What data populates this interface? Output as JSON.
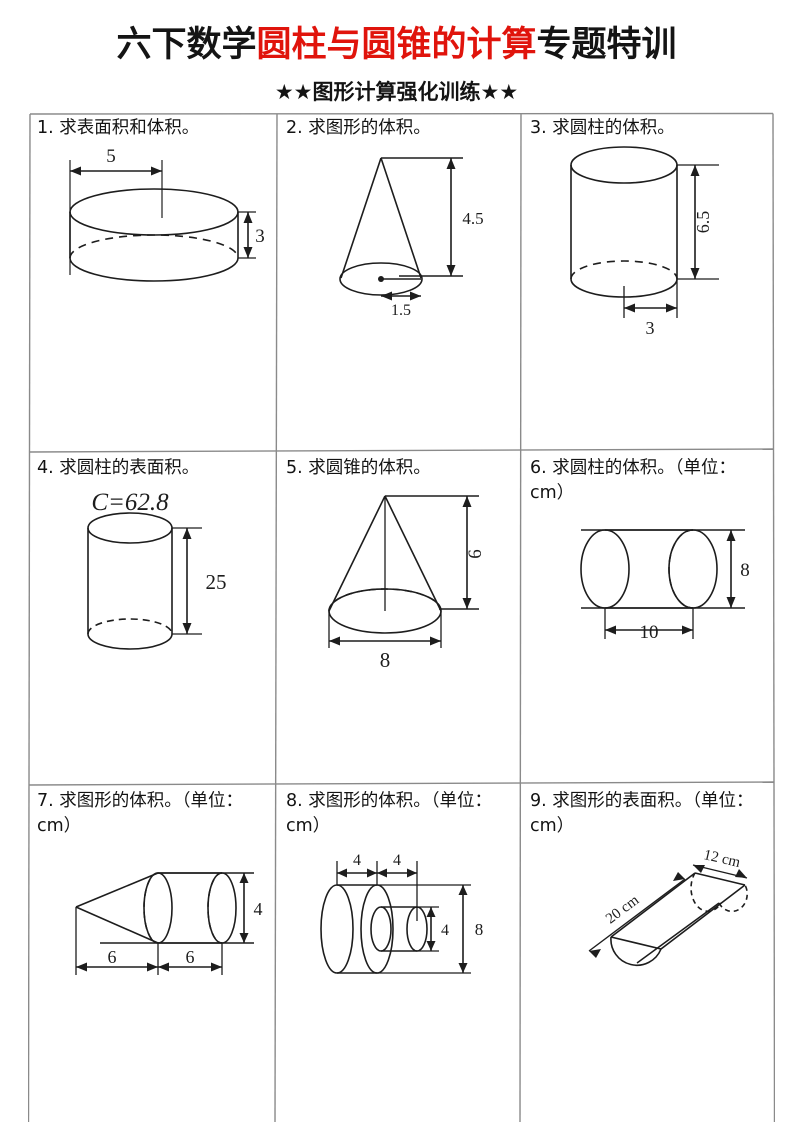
{
  "header": {
    "title_part1": "六下数学",
    "title_highlight": "圆柱与圆锥的计算",
    "title_part2": "专题特训",
    "highlight_color": "#e0140c",
    "subtitle": "★★图形计算强化训练★★"
  },
  "worksheet": {
    "columns": 3,
    "rows": 3,
    "problems": [
      {
        "number": "1.",
        "prompt": "1. 求表面积和体积。",
        "figure": "flat-cylinder",
        "labels": {
          "radius": "5",
          "height": "3"
        }
      },
      {
        "number": "2.",
        "prompt": "2. 求图形的体积。",
        "figure": "cone",
        "labels": {
          "height": "4.5",
          "radius": "1.5"
        }
      },
      {
        "number": "3.",
        "prompt": "3. 求圆柱的体积。",
        "figure": "upright-cylinder",
        "labels": {
          "height": "6.5",
          "radius": "3"
        }
      },
      {
        "number": "4.",
        "prompt": "4. 求圆柱的表面积。",
        "figure": "tall-cylinder",
        "labels": {
          "circumference": "C=62.8",
          "height": "25"
        }
      },
      {
        "number": "5.",
        "prompt": "5. 求圆锥的体积。",
        "figure": "wide-cone",
        "labels": {
          "height": "6",
          "diameter": "8"
        }
      },
      {
        "number": "6.",
        "prompt": "6. 求圆柱的体积。（单位：cm）",
        "figure": "horizontal-cylinder",
        "labels": {
          "diameter": "8",
          "length": "10"
        }
      },
      {
        "number": "7.",
        "prompt": "7. 求图形的体积。（单位：cm）",
        "figure": "cone-plus-cylinder",
        "labels": {
          "cone_length": "6",
          "cylinder_length": "6",
          "diameter": "4"
        }
      },
      {
        "number": "8.",
        "prompt": "8. 求图形的体积。（单位：cm）",
        "figure": "stacked-cylinders",
        "labels": {
          "big_length": "4",
          "small_length": "4",
          "small_diameter": "4",
          "big_diameter": "8"
        }
      },
      {
        "number": "9.",
        "prompt": "9. 求图形的表面积。（单位：cm）",
        "figure": "half-cylinder-trough",
        "labels": {
          "length": "20 cm",
          "width": "12 cm"
        }
      }
    ]
  }
}
